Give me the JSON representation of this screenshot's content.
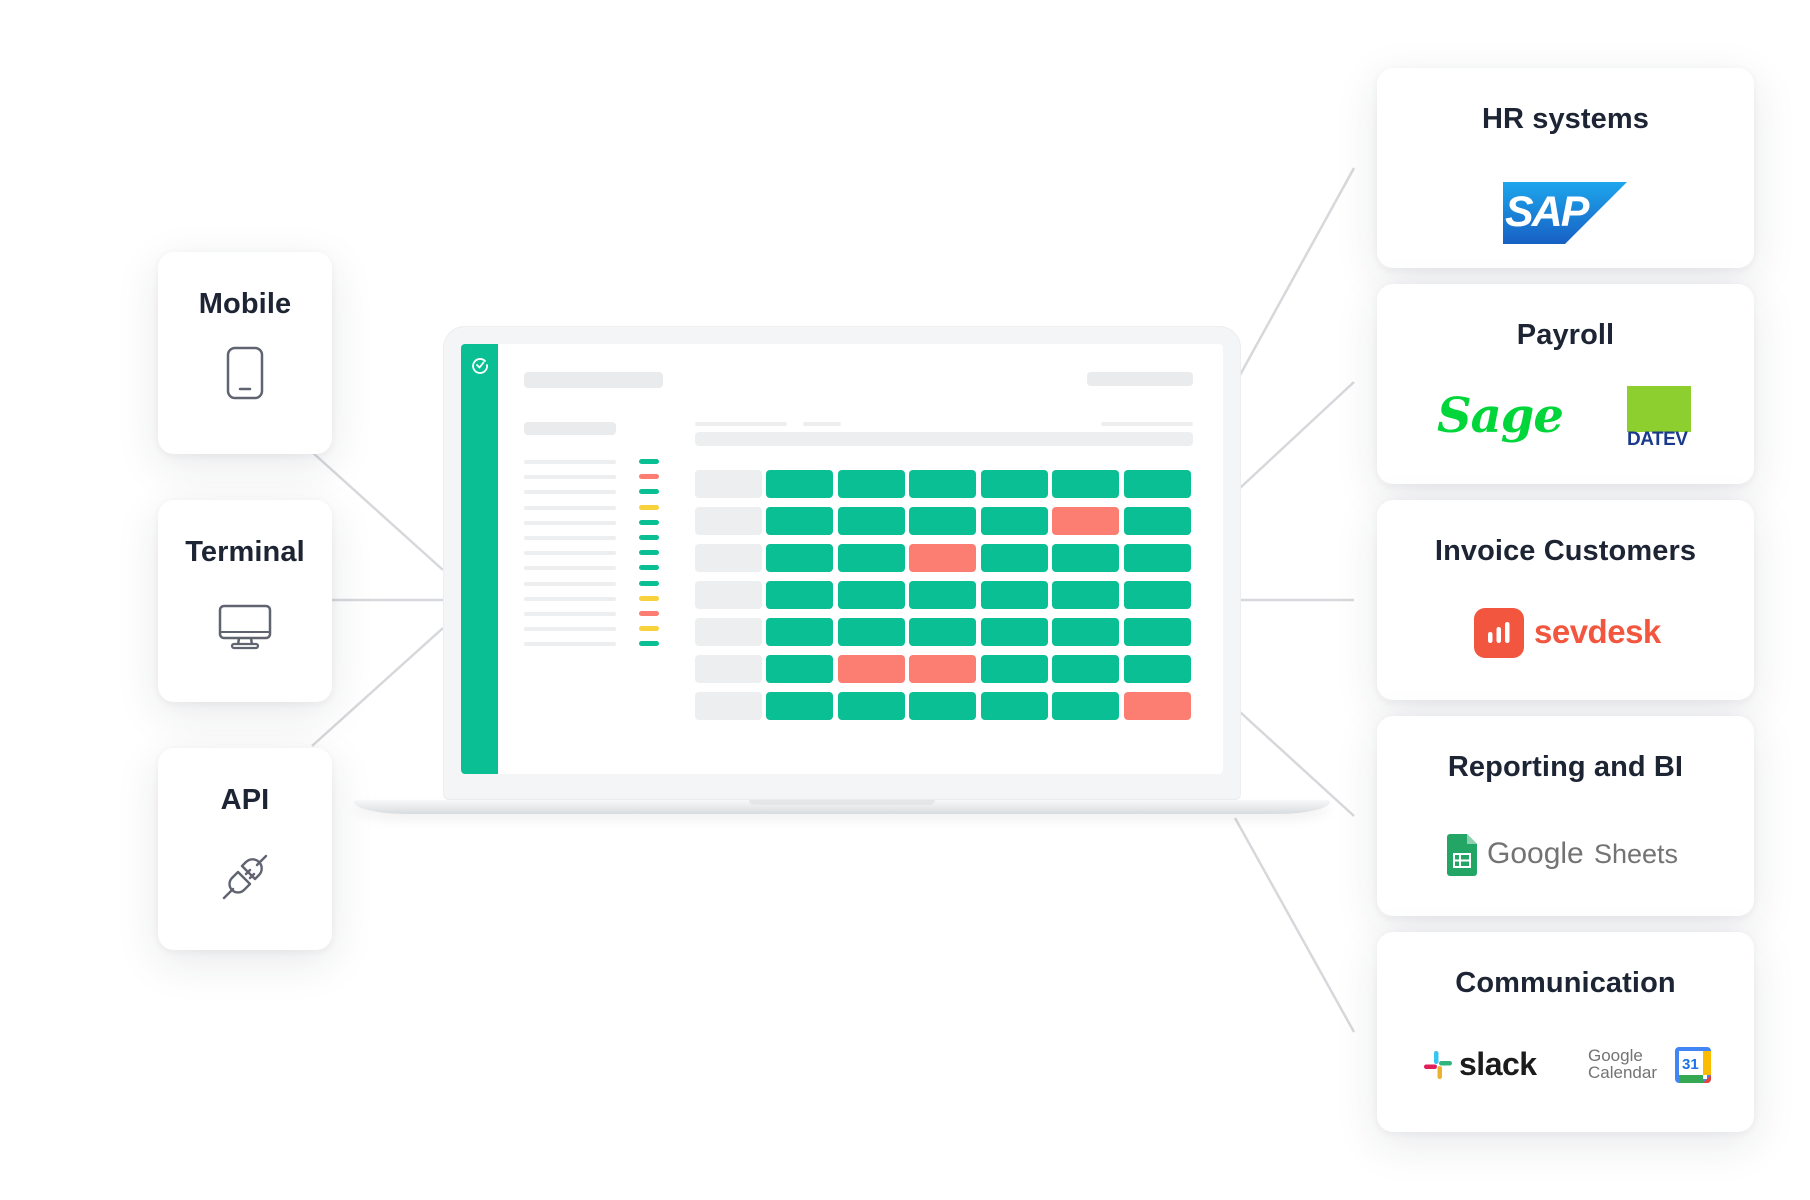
{
  "left_cards": [
    {
      "title": "Mobile",
      "icon": "smartphone-icon"
    },
    {
      "title": "Terminal",
      "icon": "monitor-icon"
    },
    {
      "title": "API",
      "icon": "plug-icon"
    }
  ],
  "right_cards": [
    {
      "title": "HR systems",
      "logos": [
        {
          "name": "sap-logo",
          "text": "SAP"
        }
      ]
    },
    {
      "title": "Payroll",
      "logos": [
        {
          "name": "sage-logo",
          "text": "Sage"
        },
        {
          "name": "datev-logo",
          "text": "DATEV"
        }
      ]
    },
    {
      "title": "Invoice Customers",
      "logos": [
        {
          "name": "sevdesk-logo",
          "text": "sevdesk"
        }
      ]
    },
    {
      "title": "Reporting and BI",
      "logos": [
        {
          "name": "google-sheets-logo",
          "text_google": "Google",
          "text_product": "Sheets"
        }
      ]
    },
    {
      "title": "Communication",
      "logos": [
        {
          "name": "slack-logo",
          "text": "slack"
        },
        {
          "name": "google-calendar-logo",
          "line1": "Google",
          "line2": "Calendar",
          "day": "31"
        }
      ]
    }
  ],
  "colors": {
    "accent_green": "#0abf93",
    "status_red": "#fc7d71",
    "status_yellow": "#f8d23a",
    "sap_blue": "#1b7fd0",
    "sage_green": "#00d639",
    "datev_green": "#8ccf2f",
    "sevdesk_red": "#f2563f",
    "sheets_green": "#23a566"
  },
  "laptop_schedule": {
    "grid": [
      [
        "g",
        "g",
        "g",
        "g",
        "g",
        "g"
      ],
      [
        "g",
        "g",
        "g",
        "g",
        "r",
        "g"
      ],
      [
        "g",
        "g",
        "r",
        "g",
        "g",
        "g"
      ],
      [
        "g",
        "g",
        "g",
        "g",
        "g",
        "g"
      ],
      [
        "g",
        "g",
        "g",
        "g",
        "g",
        "g"
      ],
      [
        "g",
        "r",
        "r",
        "g",
        "g",
        "g"
      ],
      [
        "g",
        "g",
        "g",
        "g",
        "g",
        "r"
      ]
    ],
    "status_dashes": [
      "g",
      "r",
      "g",
      "y",
      "g",
      "g",
      "g",
      "g",
      "g",
      "y",
      "r",
      "y",
      "g"
    ]
  }
}
